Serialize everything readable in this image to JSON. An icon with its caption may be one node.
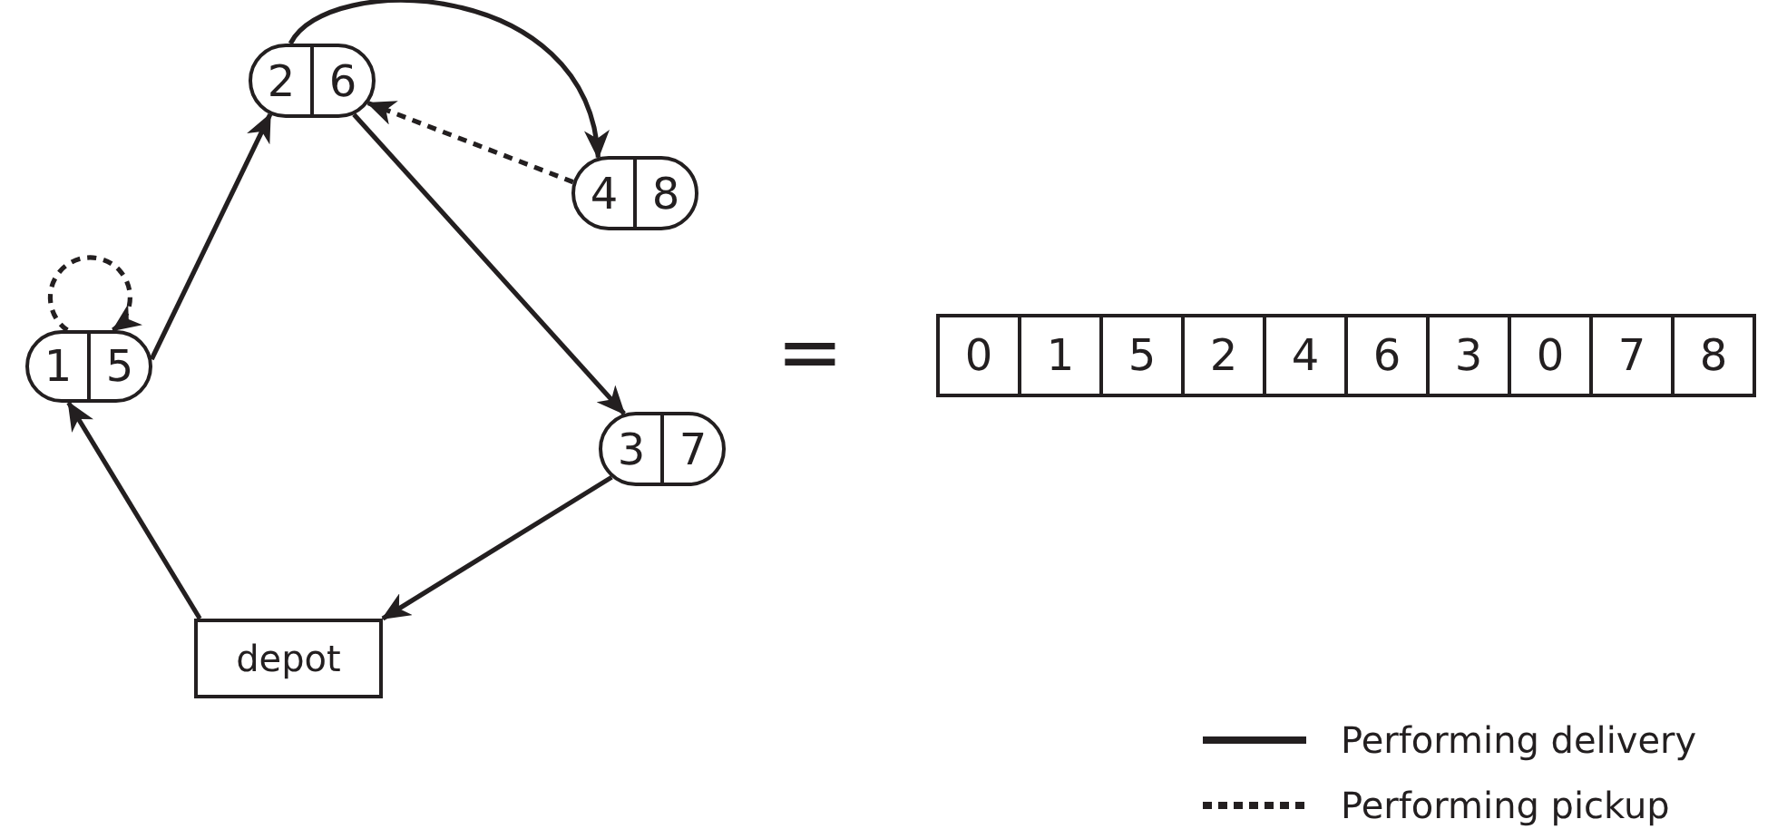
{
  "diagram": {
    "nodes": [
      {
        "text": [
          "1",
          "5"
        ]
      },
      {
        "text": [
          "2",
          "6"
        ]
      },
      {
        "text": [
          "4",
          "8"
        ]
      },
      {
        "text": [
          "3",
          "7"
        ]
      },
      {
        "text": [
          "depot"
        ]
      },
      {
        "text": [
          "0",
          "1",
          "5",
          "2",
          "4",
          "6",
          "3",
          "0",
          "7",
          "8"
        ]
      }
    ],
    "edges": [
      {
        "from": 4,
        "to": 0,
        "arrow": "to"
      },
      {
        "from": 0,
        "to": 0,
        "arrow": "to",
        "style": "dashed"
      },
      {
        "from": 0,
        "to": 1,
        "arrow": "to"
      },
      {
        "from": 1,
        "to": 2,
        "arrow": "to"
      },
      {
        "from": 2,
        "to": 1,
        "arrow": "to",
        "style": "dashed"
      },
      {
        "from": 1,
        "to": 3,
        "arrow": "to"
      },
      {
        "from": 3,
        "to": 4,
        "arrow": "to"
      }
    ],
    "labels": [
      "="
    ],
    "legend": [
      {
        "text": "Performing delivery"
      },
      {
        "text": "Performing pickup"
      }
    ]
  }
}
